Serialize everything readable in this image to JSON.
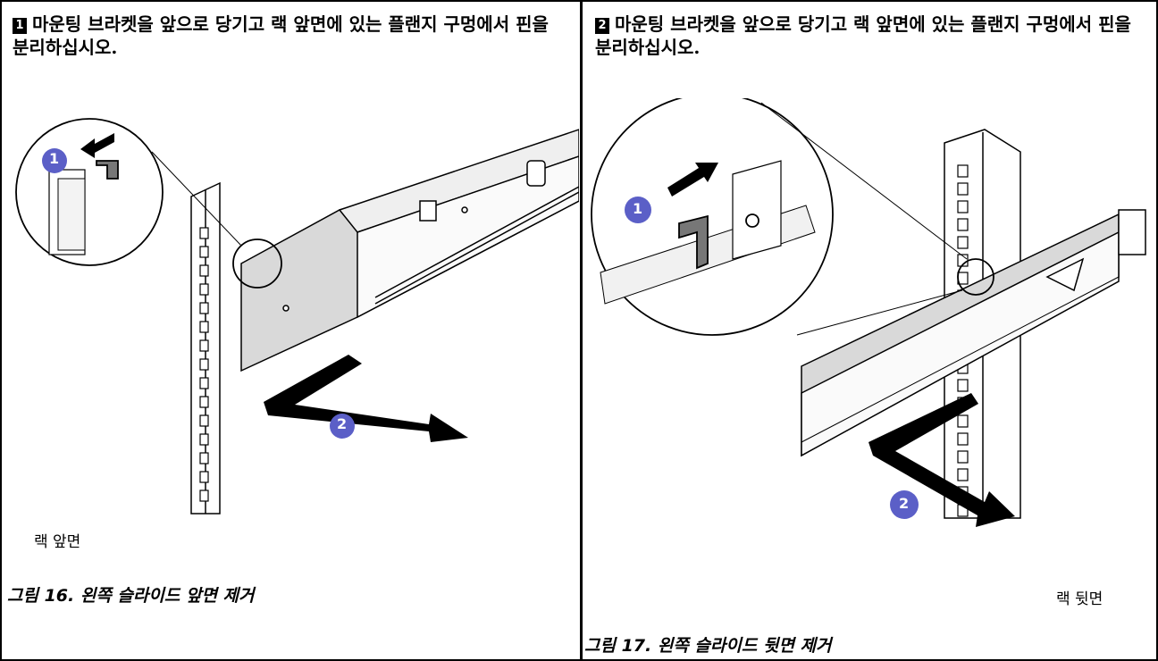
{
  "left": {
    "step_number": "1",
    "instruction": "마운팅 브라켓을 앞으로 당기고 랙 앞면에 있는 플랜지 구멍에서 핀을 분리하십시오.",
    "callout_1": "1",
    "callout_2": "2",
    "rack_label": "랙 앞면",
    "caption": "그림 16.  왼쪽 슬라이드 앞면 제거"
  },
  "right": {
    "step_number": "2",
    "instruction": "마운팅 브라켓을 앞으로 당기고 랙 앞면에 있는 플랜지 구멍에서 핀을 분리하십시오.",
    "callout_1": "1",
    "callout_2": "2",
    "rack_label": "랙 뒷면",
    "caption": "그림 17.  왼쪽 슬라이드 뒷면 제거"
  },
  "colors": {
    "callout": "#5b5fc7",
    "line": "#000000"
  }
}
